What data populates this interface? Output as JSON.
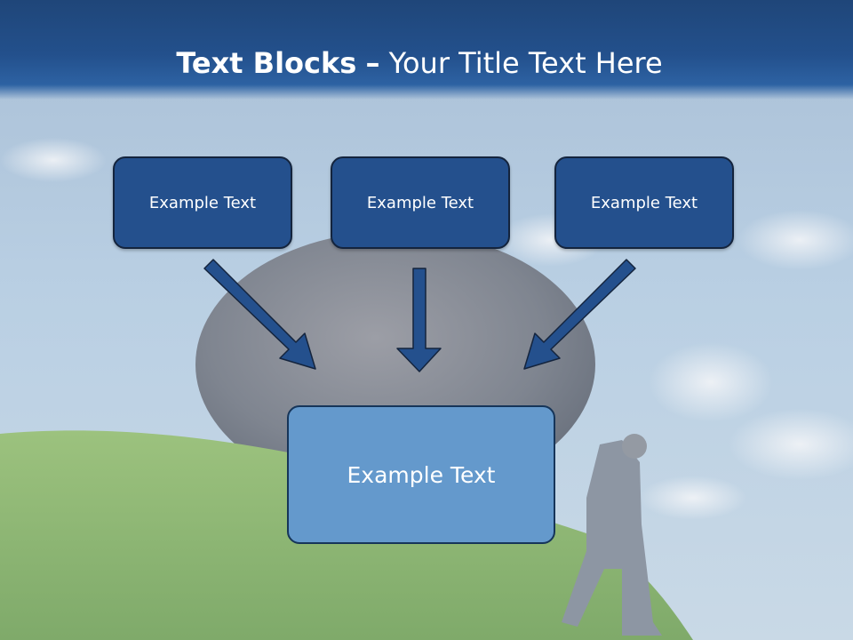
{
  "slide": {
    "title_bold": "Text Blocks",
    "title_dash": "–",
    "title_rest": "Your Title Text Here"
  },
  "blocks": {
    "top": [
      "Example Text",
      "Example Text",
      "Example Text"
    ],
    "bottom": "Example Text"
  },
  "colors": {
    "title_bar": "#23508c",
    "box_dark": "#24508d",
    "box_light": "#6499cc",
    "arrow": "#24508d",
    "border": "#14243d"
  },
  "icons": [
    "arrow-down-right-icon",
    "arrow-down-icon",
    "arrow-down-left-icon"
  ]
}
